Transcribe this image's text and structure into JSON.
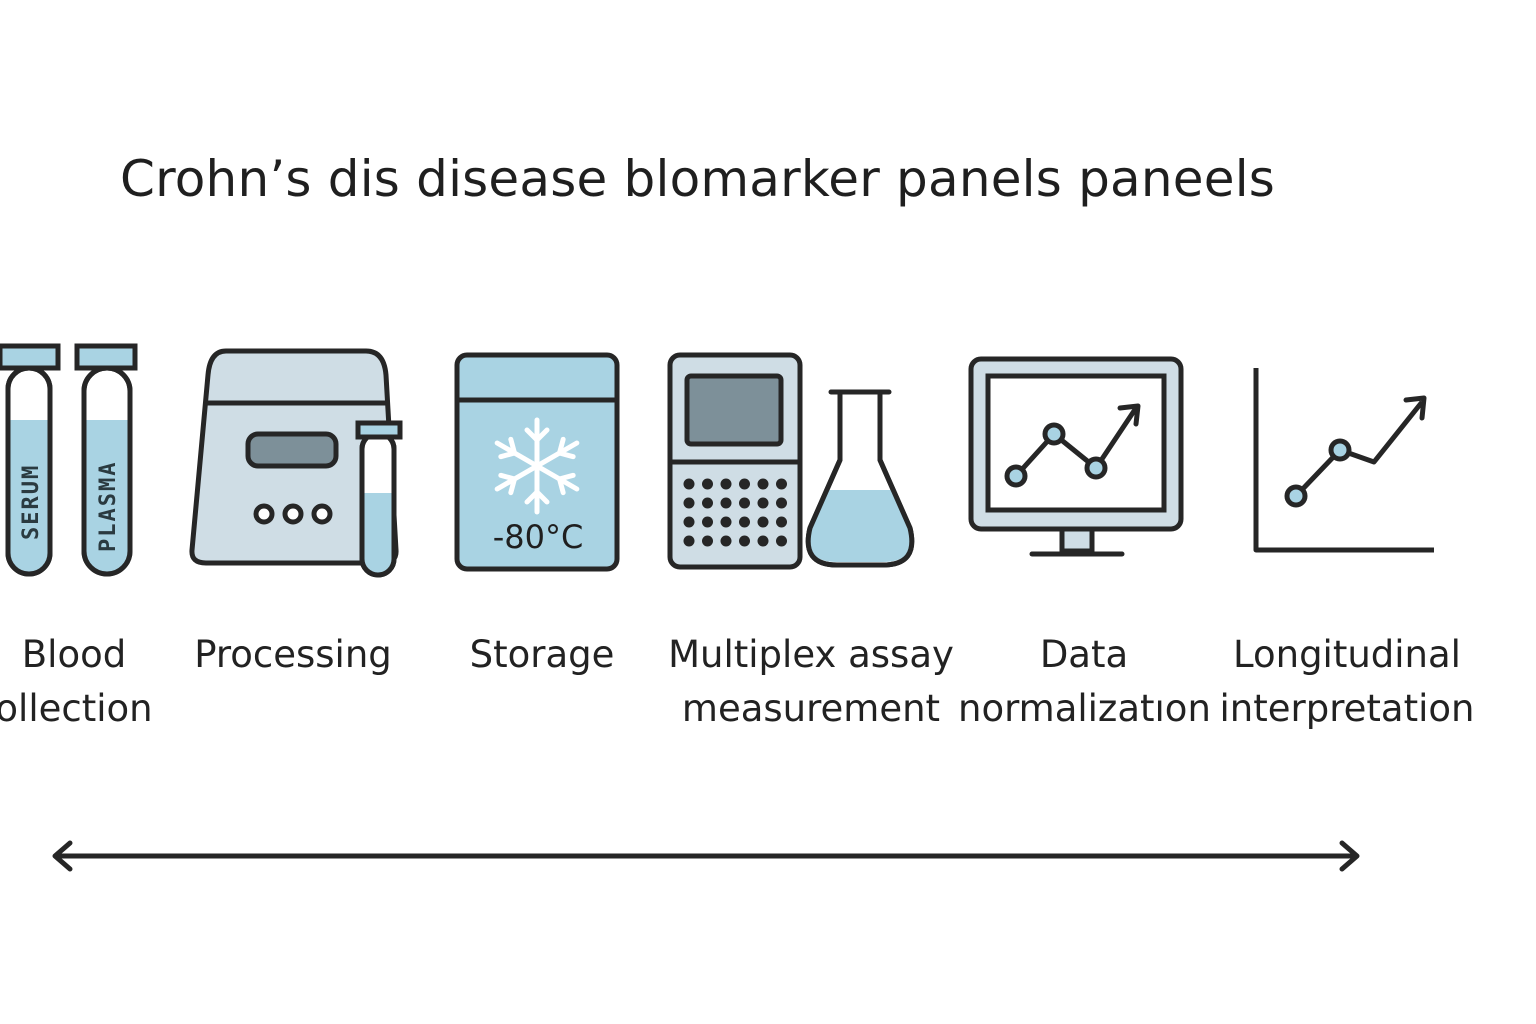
{
  "title": "Crohn’s dis disease blomarker panels paneels",
  "colors": {
    "fill_light": "#a9d3e3",
    "fill_grey": "#cfdde5",
    "fill_dark": "#7d9099",
    "stroke": "#262626"
  },
  "steps": [
    {
      "icon": "blood-tubes-icon",
      "label_lines": [
        "Blood",
        "ollection"
      ],
      "tube_labels": [
        "SERUM",
        "PLASMA"
      ]
    },
    {
      "icon": "centrifuge-icon",
      "label_lines": [
        "Processing"
      ]
    },
    {
      "icon": "freezer-icon",
      "label_lines": [
        "Storage"
      ],
      "temperature": "-80°C"
    },
    {
      "icon": "assay-instrument-icon",
      "label_lines": [
        "Multiplex assay",
        "measurement"
      ]
    },
    {
      "icon": "monitor-chart-icon",
      "label_lines": [
        "Data",
        "normalizatıon"
      ]
    },
    {
      "icon": "line-chart-icon",
      "label_lines": [
        "Longitudinal",
        "interpretation"
      ]
    }
  ]
}
